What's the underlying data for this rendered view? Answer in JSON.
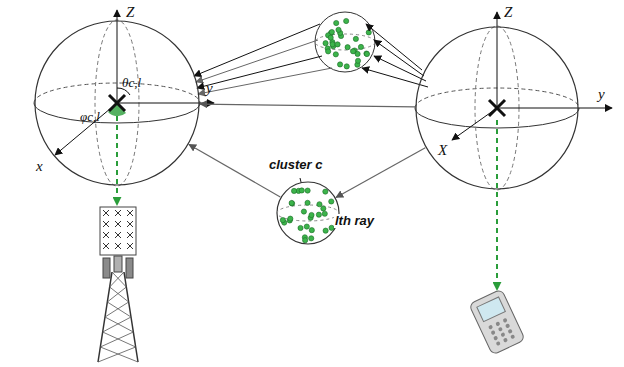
{
  "diagram": {
    "nodes": [
      {
        "text": [
          "Z",
          "y",
          "x",
          "θc,l",
          "φc,l"
        ]
      },
      {
        "text": [
          "cluster c",
          "lth ray"
        ]
      },
      {
        "text": [
          "Z",
          "y",
          "X"
        ]
      }
    ],
    "edges": [
      {
        "from": 2,
        "to": 0,
        "arrow": "to"
      },
      {
        "from": 2,
        "to": 1,
        "arrow": "to"
      },
      {
        "from": 1,
        "to": 0,
        "arrow": "to"
      }
    ]
  }
}
